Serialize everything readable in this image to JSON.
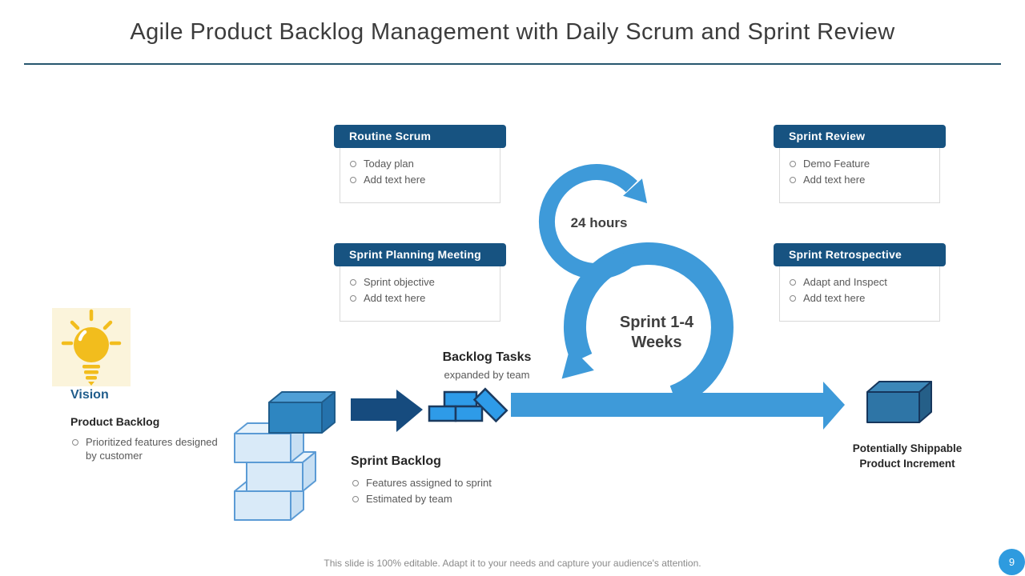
{
  "slide": {
    "title": "Agile Product Backlog Management with Daily Scrum and Sprint Review",
    "footer": "This slide is 100% editable. Adapt it to your needs and capture your audience's attention.",
    "page_number": "9"
  },
  "cards": [
    {
      "title": "Routine Scrum",
      "bullets": [
        "Today plan",
        "Add text here"
      ]
    },
    {
      "title": "Sprint Planning Meeting",
      "bullets": [
        "Sprint objective",
        "Add text here"
      ]
    },
    {
      "title": "Sprint Review",
      "bullets": [
        "Demo Feature",
        "Add text here"
      ]
    },
    {
      "title": "Sprint Retrospective",
      "bullets": [
        "Adapt and Inspect",
        "Add text here"
      ]
    }
  ],
  "loops": {
    "daily_label": "24 hours",
    "sprint_label_line1": "Sprint 1-4",
    "sprint_label_line2": "Weeks"
  },
  "vision": {
    "label": "Vision",
    "heading": "Product Backlog",
    "bullet": "Prioritized features designed by customer"
  },
  "backlog_tasks": {
    "title": "Backlog Tasks",
    "subtitle": "expanded by team"
  },
  "sprint_backlog": {
    "title": "Sprint Backlog",
    "bullets": [
      "Features assigned to  sprint",
      "Estimated by team"
    ]
  },
  "increment": {
    "label_line1": "Potentially  Shippable",
    "label_line2": "Product Increment"
  },
  "icons": {
    "lightbulb": "lightbulb-icon",
    "backlog_stack": "product-backlog-stack-icon",
    "bricks": "backlog-bricks-icon",
    "cube": "increment-cube-icon"
  },
  "colors": {
    "card_header_blue": "#175381",
    "flow_blue": "#3E9AD9",
    "navy_arrow": "#164B7E",
    "brick_fill": "#2E9BE8",
    "brick_border": "#1B3A5F",
    "light_box_fill": "#D9EAF8",
    "light_box_border": "#5B9BD5",
    "dark_box_fill": "#2E86C1",
    "cube_fill": "#2E75A6",
    "bulb_yellow": "#F2BD1D",
    "bulb_bg": "#FBF4DB",
    "vision_blue": "#1F5C8B",
    "page_badge_blue": "#2E9BDF",
    "divider_blue": "#27566E"
  }
}
